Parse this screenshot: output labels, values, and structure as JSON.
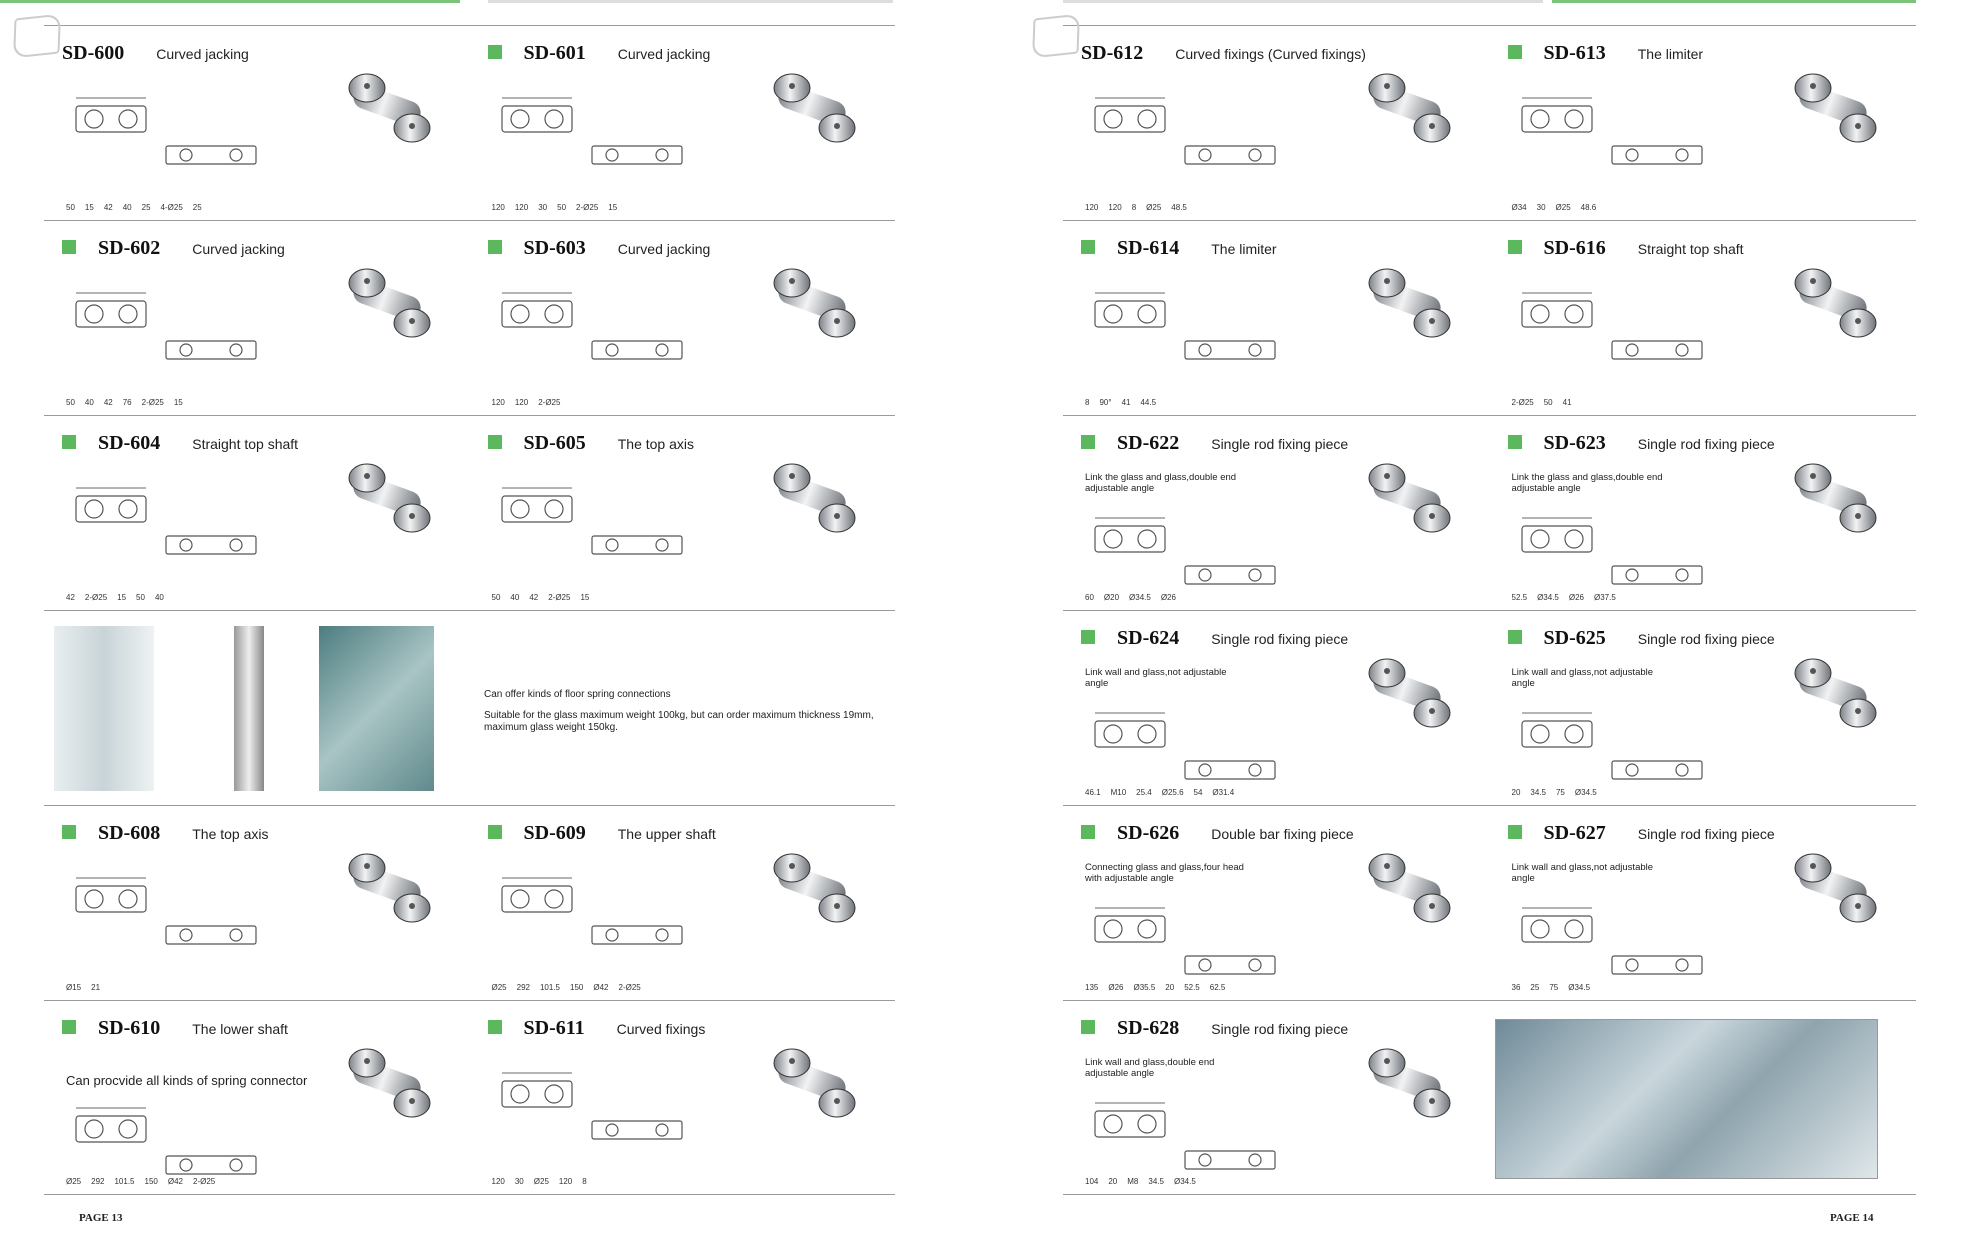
{
  "left_page": {
    "page_label": "PAGE 13",
    "rows": [
      [
        {
          "code": "SD-600",
          "title": "Curved jacking",
          "curl": true,
          "dims": [
            "50",
            "15",
            "42",
            "40",
            "25",
            "4-Ø25",
            "25"
          ]
        },
        {
          "code": "SD-601",
          "title": "Curved jacking",
          "dims": [
            "120",
            "120",
            "30",
            "50",
            "2-Ø25",
            "15"
          ]
        }
      ],
      [
        {
          "code": "SD-602",
          "title": "Curved jacking",
          "dims": [
            "50",
            "40",
            "42",
            "76",
            "2-Ø25",
            "15"
          ]
        },
        {
          "code": "SD-603",
          "title": "Curved jacking",
          "dims": [
            "120",
            "120",
            "2-Ø25"
          ]
        }
      ],
      [
        {
          "code": "SD-604",
          "title": "Straight top shaft",
          "dims": [
            "42",
            "2-Ø25",
            "15",
            "50",
            "40"
          ]
        },
        {
          "code": "SD-605",
          "title": "The top axis",
          "dims": [
            "50",
            "40",
            "42",
            "2-Ø25",
            "15"
          ]
        }
      ],
      null,
      [
        {
          "code": "SD-608",
          "title": "The top axis",
          "dims": [
            "Ø15",
            "21"
          ]
        },
        {
          "code": "SD-609",
          "title": "The upper shaft",
          "dims": [
            "Ø25",
            "292",
            "101.5",
            "150",
            "Ø42",
            "2-Ø25"
          ]
        }
      ],
      [
        {
          "code": "SD-610",
          "title": "The lower shaft",
          "desc": "Can procvide all kinds of spring connector",
          "desc_big": true,
          "dims": [
            "Ø25",
            "292",
            "101.5",
            "150",
            "Ø42",
            "2-Ø25"
          ]
        },
        {
          "code": "SD-611",
          "title": "Curved fixings",
          "dims": [
            "120",
            "30",
            "Ø25",
            "120",
            "8"
          ]
        }
      ]
    ],
    "floor_spring": {
      "line1": "Can offer kinds of floor spring connections",
      "line2": "Suitable for the glass maximum weight 100kg, but can order maximum thickness 19mm, maximum glass weight 150kg."
    }
  },
  "right_page": {
    "page_label": "PAGE 14",
    "rows": [
      [
        {
          "code": "SD-612",
          "title": "Curved fixings    (Curved fixings)",
          "curl": true,
          "dims": [
            "120",
            "120",
            "8",
            "Ø25",
            "48.5"
          ]
        },
        {
          "code": "SD-613",
          "title": "The limiter",
          "dims": [
            "Ø34",
            "30",
            "Ø25",
            "48.6"
          ]
        }
      ],
      [
        {
          "code": "SD-614",
          "title": "The limiter",
          "dims": [
            "8",
            "90°",
            "41",
            "44.5"
          ]
        },
        {
          "code": "SD-616",
          "title": "Straight top shaft",
          "dims": [
            "2-Ø25",
            "50",
            "41"
          ]
        }
      ],
      [
        {
          "code": "SD-622",
          "title": "Single rod fixing piece",
          "desc": "Link the glass and glass,double end adjustable angle",
          "dims": [
            "60",
            "Ø20",
            "Ø34.5",
            "Ø26"
          ]
        },
        {
          "code": "SD-623",
          "title": "Single rod fixing piece",
          "desc": "Link the glass and glass,double end adjustable angle",
          "dims": [
            "52.5",
            "Ø34.5",
            "Ø26",
            "Ø37.5"
          ]
        }
      ],
      [
        {
          "code": "SD-624",
          "title": "Single rod fixing piece",
          "desc": "Link wall and glass,not adjustable angle",
          "dims": [
            "46.1",
            "M10",
            "25.4",
            "Ø25.6",
            "54",
            "Ø31.4"
          ]
        },
        {
          "code": "SD-625",
          "title": "Single rod fixing piece",
          "desc": "Link wall and glass,not adjustable angle",
          "dims": [
            "20",
            "34.5",
            "75",
            "Ø34.5"
          ]
        }
      ],
      [
        {
          "code": "SD-626",
          "title": "Double bar fixing piece",
          "desc": "Connecting glass and glass,four head with adjustable angle",
          "dims": [
            "135",
            "Ø26",
            "Ø35.5",
            "20",
            "52.5",
            "62.5"
          ]
        },
        {
          "code": "SD-627",
          "title": "Single rod fixing piece",
          "desc": "Link wall and glass,not adjustable angle",
          "dims": [
            "36",
            "25",
            "75",
            "Ø34.5"
          ]
        }
      ],
      [
        {
          "code": "SD-628",
          "title": "Single rod fixing piece",
          "desc": "Link wall and glass,double end adjustable angle",
          "dims": [
            "104",
            "20",
            "M8",
            "34.5",
            "Ø34.5"
          ]
        },
        null
      ]
    ]
  },
  "colors": {
    "accent": "#5cb85c",
    "rule": "#9a9a9a"
  }
}
